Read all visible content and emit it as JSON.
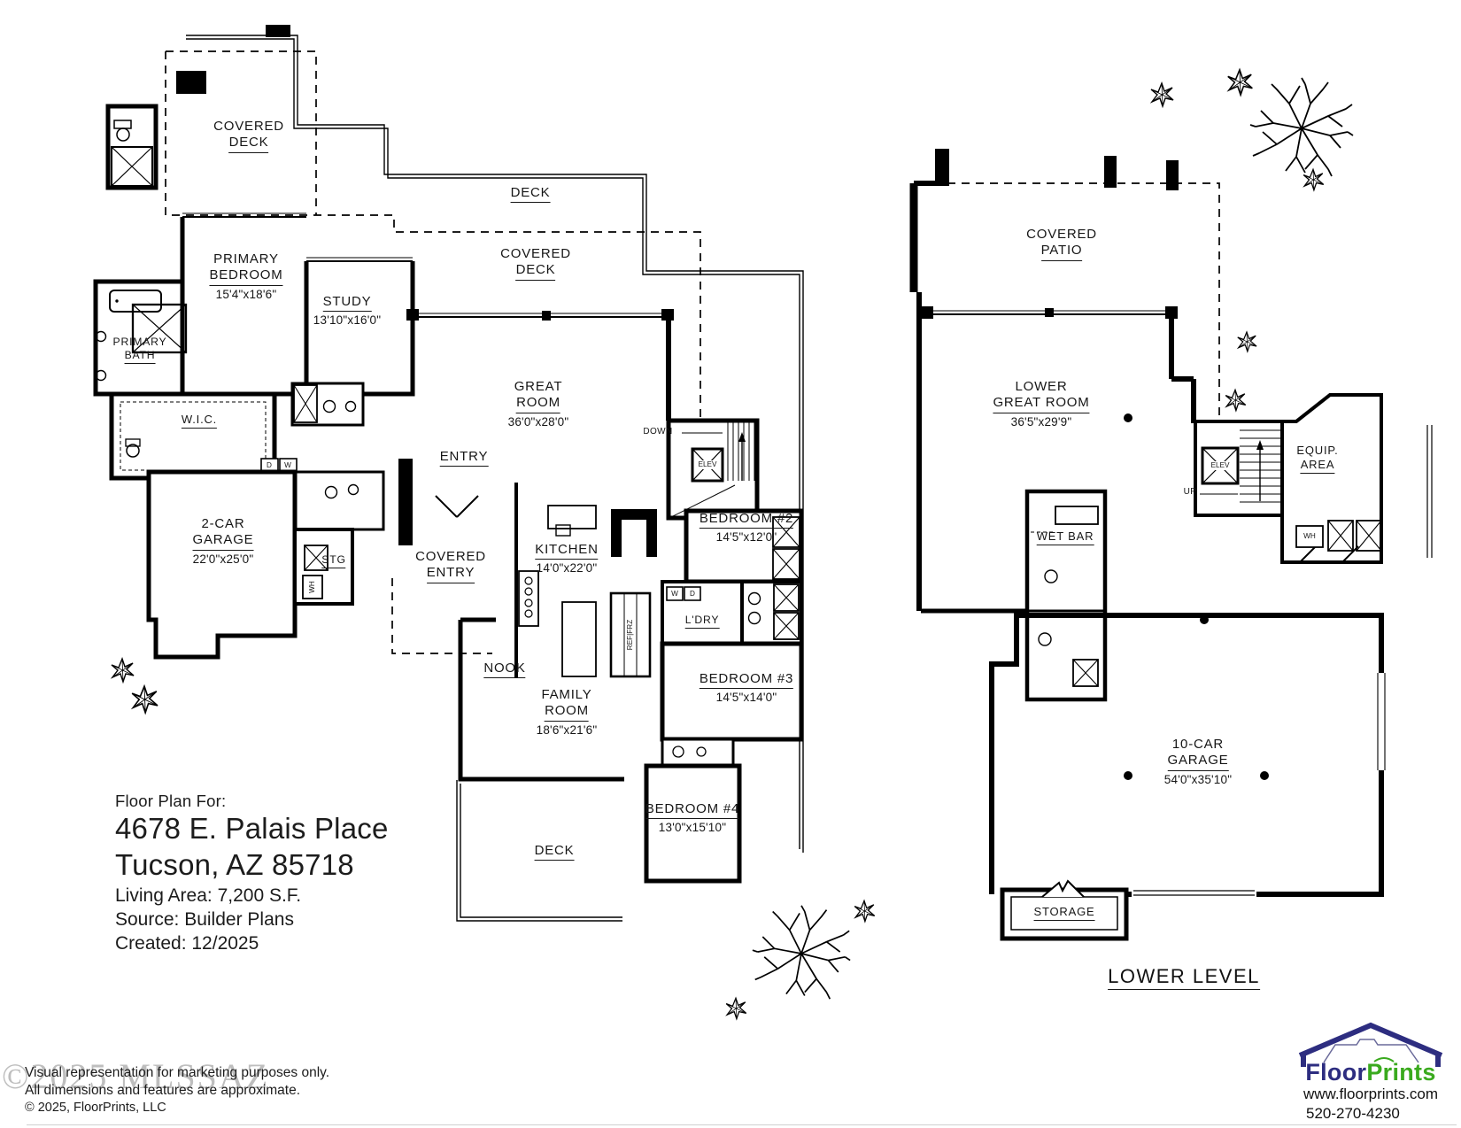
{
  "title_block": {
    "intro": "Floor Plan For:",
    "address_line1": "4678 E. Palais Place",
    "address_line2": "Tucson, AZ  85718",
    "living_area": "Living Area:  7,200 S.F.",
    "source": "Source:  Builder Plans",
    "created": "Created:  12/2025"
  },
  "footer": {
    "line1": "Visual representation for marketing purposes only.",
    "line2": "All dimensions and features are approximate.",
    "line3": "© 2025, FloorPrints, LLC",
    "watermark": "©2025 MLSSAZ"
  },
  "logo": {
    "name_floor": "Floor",
    "name_prints": "Prints",
    "url": "www.floorprints.com",
    "phone": "520-270-4230",
    "navy": "#2d2d80",
    "green": "#3aaa1e"
  },
  "lower_level_caption": "LOWER LEVEL",
  "colors": {
    "wall": "#000000",
    "watermark_gray": "#7d7d7d"
  },
  "icons": {
    "bush": "starburst-shrub-icon",
    "big_tree": "branching-tree-icon",
    "logo_house": "house-roof-outline-icon"
  },
  "plans": {
    "main": {
      "covered_deck_nw": {
        "l1": "COVERED",
        "l2": "DECK"
      },
      "deck_n": {
        "l1": "DECK"
      },
      "covered_deck_n": {
        "l1": "COVERED",
        "l2": "DECK"
      },
      "primary_bedroom": {
        "l1": "PRIMARY",
        "l2": "BEDROOM",
        "dims": "15'4\"x18'6\""
      },
      "study": {
        "l1": "STUDY",
        "dims": "13'10\"x16'0\""
      },
      "primary_bath": {
        "l1": "PRIMARY",
        "l2": "BATH"
      },
      "great_room": {
        "l1": "GREAT",
        "l2": "ROOM",
        "dims": "36'0\"x28'0\""
      },
      "wic": {
        "l1": "W.I.C."
      },
      "entry": {
        "l1": "ENTRY"
      },
      "bedroom2": {
        "l1": "BEDROOM #2",
        "dims": "14'5\"x12'0\""
      },
      "garage2": {
        "l1": "2-CAR",
        "l2": "GARAGE",
        "dims": "22'0\"x25'0\""
      },
      "stg": {
        "l1": "STG"
      },
      "covered_entry": {
        "l1": "COVERED",
        "l2": "ENTRY"
      },
      "kitchen": {
        "l1": "KITCHEN",
        "dims": "14'0\"x22'0\""
      },
      "ldry": {
        "l1": "L'DRY"
      },
      "nook": {
        "l1": "NOOK"
      },
      "bedroom3": {
        "l1": "BEDROOM #3",
        "dims": "14'5\"x14'0\""
      },
      "family_room": {
        "l1": "FAMILY",
        "l2": "ROOM",
        "dims": "18'6\"x21'6\""
      },
      "bedroom4": {
        "l1": "BEDROOM #4",
        "dims": "13'0\"x15'10\""
      },
      "deck_s": {
        "l1": "DECK"
      },
      "down": "DOWN",
      "elev": "ELEV",
      "ref_frz": "REF|FRZ",
      "washer": "W",
      "dryer": "D",
      "wh": "WH"
    },
    "lower": {
      "covered_patio": {
        "l1": "COVERED",
        "l2": "PATIO"
      },
      "lower_great_room": {
        "l1": "LOWER",
        "l2": "GREAT ROOM",
        "dims": "36'5\"x29'9\""
      },
      "elev": "ELEV",
      "up": "UP",
      "equip_area": {
        "l1": "EQUIP.",
        "l2": "AREA"
      },
      "wet_bar": {
        "l1": "WET BAR"
      },
      "wh": "WH",
      "garage10": {
        "l1": "10-CAR",
        "l2": "GARAGE",
        "dims": "54'0\"x35'10\""
      },
      "storage": {
        "l1": "STORAGE"
      }
    }
  }
}
